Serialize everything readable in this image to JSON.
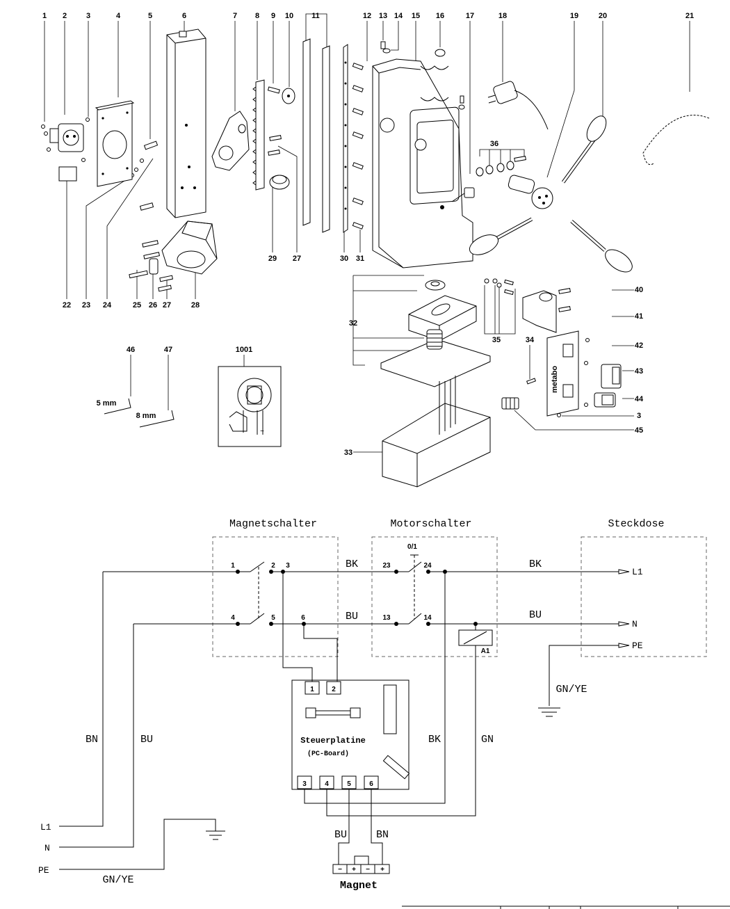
{
  "exploded_view": {
    "part_numbers": [
      "1",
      "2",
      "3",
      "4",
      "5",
      "6",
      "7",
      "8",
      "9",
      "10",
      "11",
      "12",
      "13",
      "14",
      "15",
      "16",
      "17",
      "18",
      "19",
      "20",
      "21",
      "22",
      "23",
      "24",
      "25",
      "26",
      "27",
      "28",
      "29",
      "27",
      "30",
      "31",
      "32",
      "33",
      "34",
      "35",
      "36",
      "40",
      "41",
      "42",
      "43",
      "44",
      "3",
      "45",
      "46",
      "47",
      "1001"
    ],
    "wrench_5": "5 mm",
    "wrench_8": "8 mm",
    "brand": "metabo"
  },
  "schematic": {
    "sections": {
      "magnet_switch": "Magnetschalter",
      "motor_switch": "Motorschalter",
      "socket": "Steckdose"
    },
    "board": {
      "name": "Steuerplatine",
      "sub": "(PC-Board)",
      "terminals": [
        "1",
        "2",
        "3",
        "4",
        "5",
        "6"
      ]
    },
    "switch_contacts": [
      "1",
      "2",
      "3",
      "4",
      "5",
      "6",
      "23",
      "24",
      "13",
      "14"
    ],
    "switch_symbol": "0/1",
    "relay": "A1",
    "outputs": [
      "L1",
      "N",
      "PE"
    ],
    "inputs": [
      "L1",
      "N",
      "PE"
    ],
    "wire_colors": {
      "bk_top": "BK",
      "bu_mid": "BU",
      "bk_right": "BK",
      "bu_right": "BU",
      "gnye_right": "GN/YE",
      "bn_left": "BN",
      "bu_left": "BU",
      "bk_vertical": "BK",
      "gn_vertical": "GN",
      "bu_magnet": "BU",
      "bn_magnet": "BN",
      "gnye_input": "GN/YE"
    },
    "magnet": {
      "label": "Magnet",
      "poles": [
        "−",
        "+",
        "−",
        "+"
      ]
    }
  }
}
